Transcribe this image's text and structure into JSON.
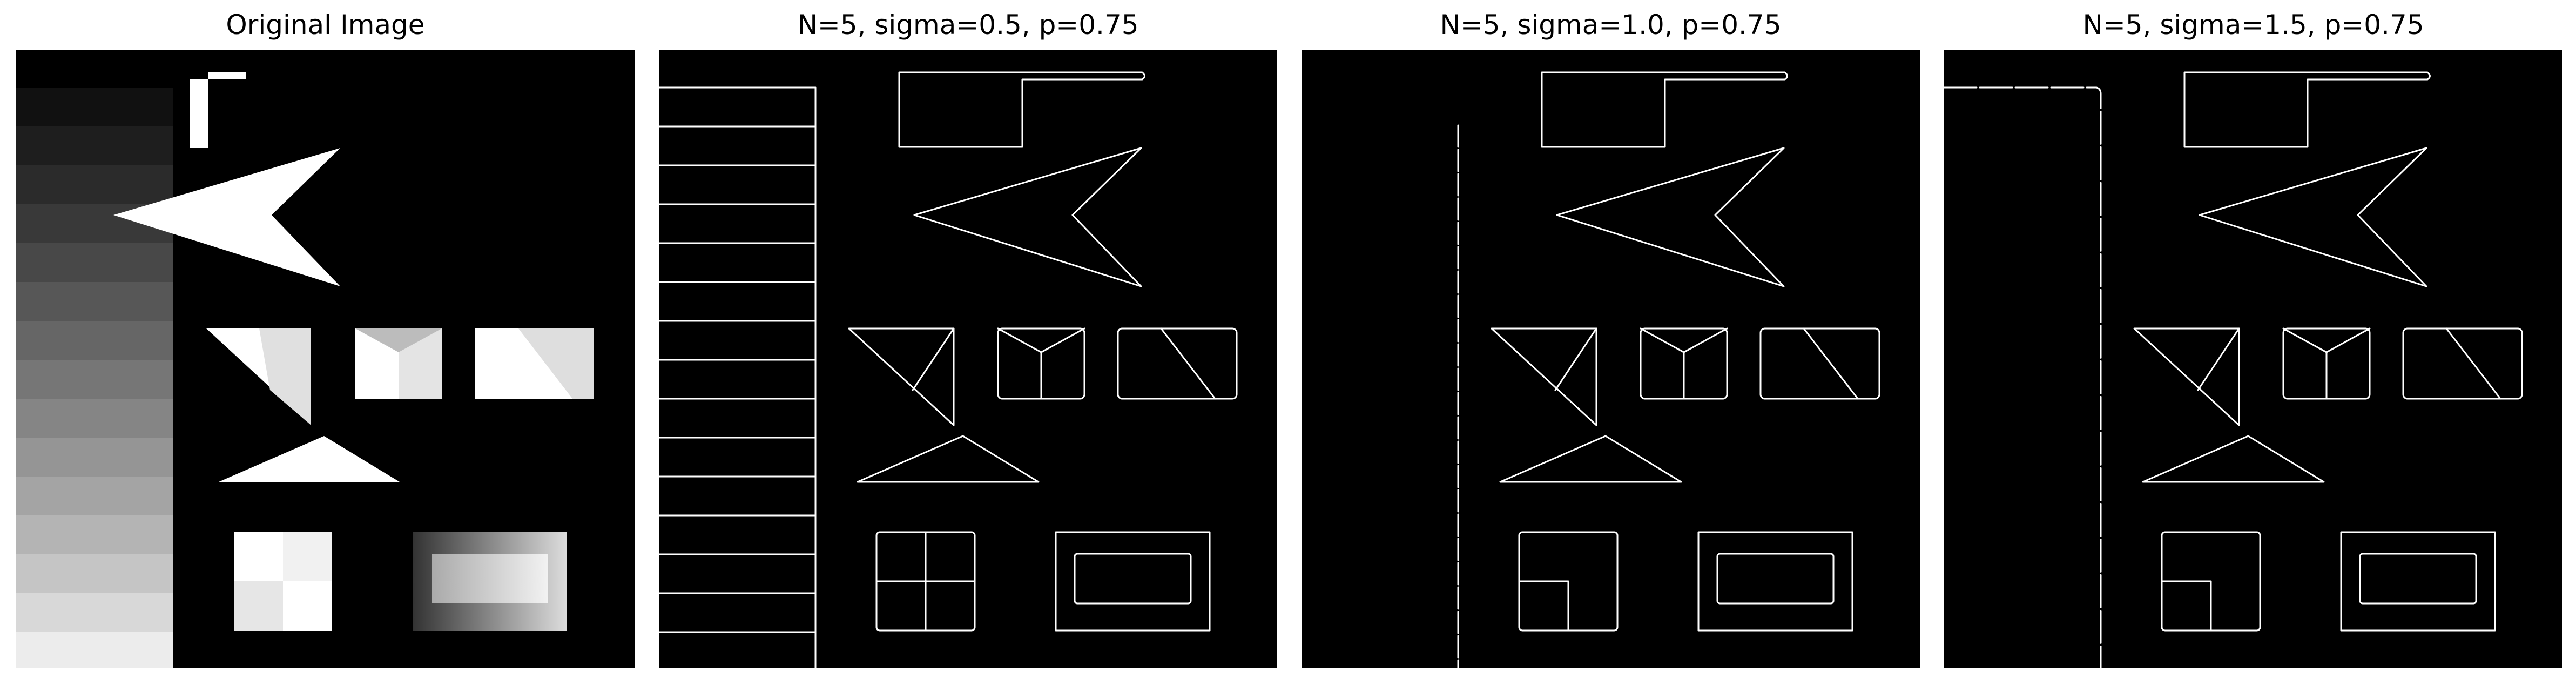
{
  "panels": [
    {
      "title": "Original Image"
    },
    {
      "title": "N=5, sigma=0.5, p=0.75"
    },
    {
      "title": "N=5, sigma=1.0, p=0.75"
    },
    {
      "title": "N=5, sigma=1.5, p=0.75"
    }
  ]
}
